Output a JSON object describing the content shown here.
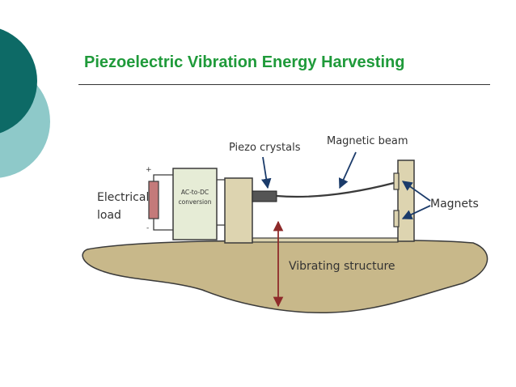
{
  "slide": {
    "title": "Piezoelectric Vibration Energy Harvesting"
  },
  "diagram": {
    "labels": {
      "electrical_load_line1": "Electrical",
      "electrical_load_line2": "load",
      "converter_line1": "AC-to-DC",
      "converter_line2": "conversion",
      "plus": "+",
      "minus": "-",
      "piezo_crystals": "Piezo crystals",
      "magnetic_beam": "Magnetic beam",
      "magnets": "Magnets",
      "vibrating_structure": "Vibrating structure"
    }
  },
  "colors": {
    "title": "#1f9a3a",
    "deco_dark": "#0d6a66",
    "deco_light": "#8ec9c9",
    "structure_fill": "#c8b88a",
    "block_fill": "#ddd4b0",
    "converter_fill": "#e6ecd6",
    "load_resistor": "#c47a7a",
    "arrow_red": "#8e2a2a",
    "arrow_blue": "#1b3b6a"
  }
}
